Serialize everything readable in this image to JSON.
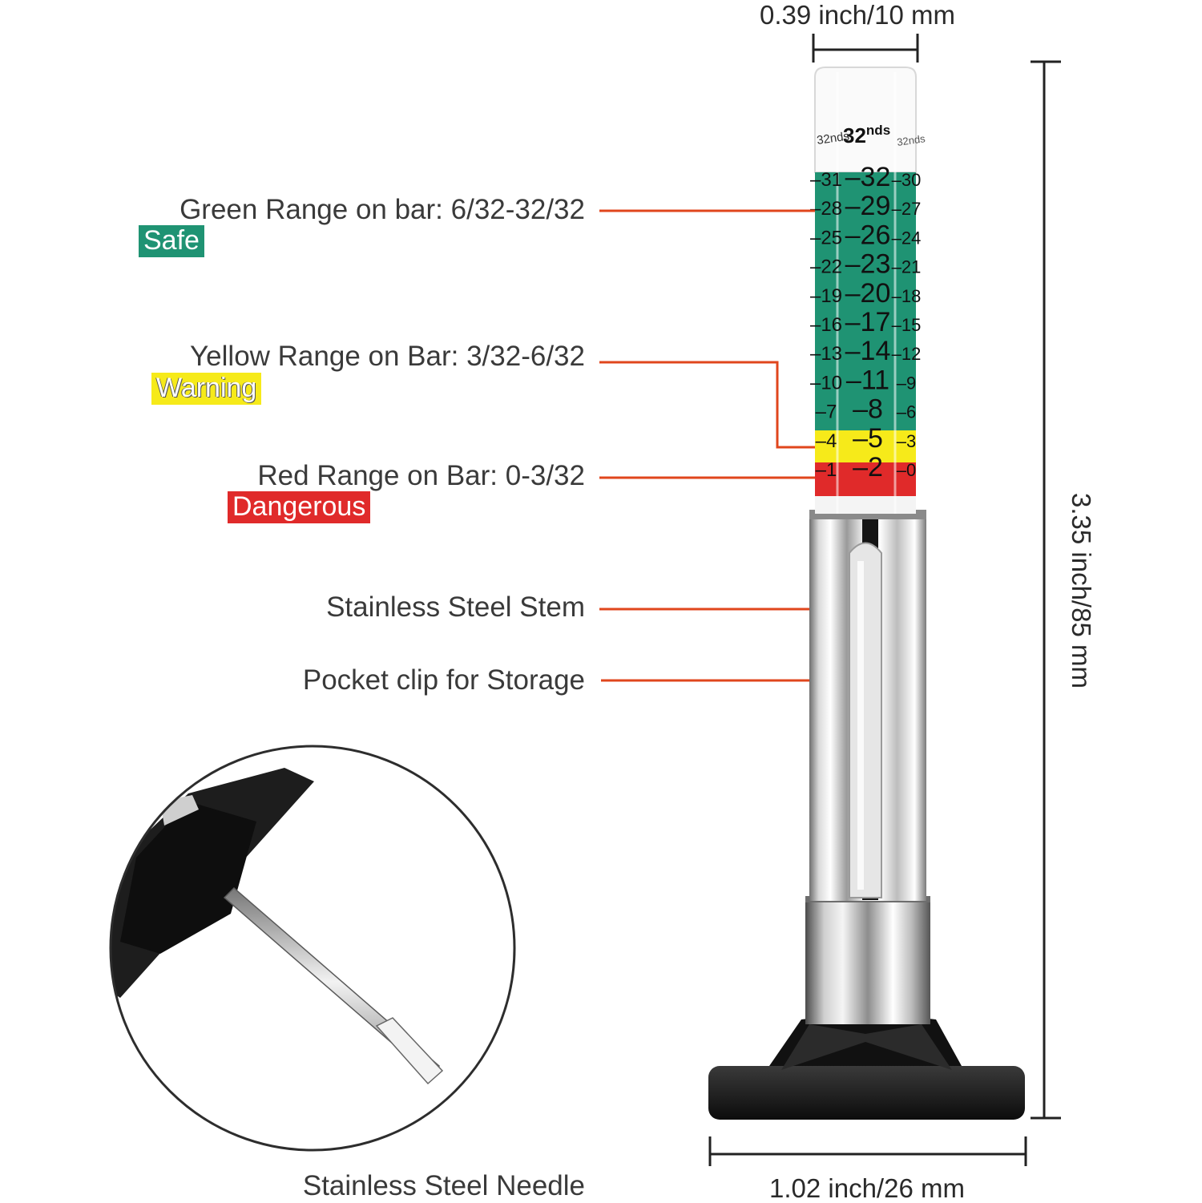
{
  "dimensions": {
    "width_label": "0.39 inch/10 mm",
    "height_label": "3.35 inch/85 mm",
    "base_label": "1.02 inch/26 mm"
  },
  "callouts": {
    "green": {
      "label": "Green Range on bar: 6/32-32/32",
      "badge": "Safe",
      "color": "#1f9373"
    },
    "yellow": {
      "label": "Yellow Range on Bar: 3/32-6/32",
      "badge": "Warning",
      "color": "#f6ea1a"
    },
    "red": {
      "label": "Red Range on Bar: 0-3/32",
      "badge": "Dangerous",
      "color": "#e02a2a"
    },
    "stem": {
      "label": "Stainless Steel Stem"
    },
    "clip": {
      "label": "Pocket clip for Storage"
    },
    "needle": {
      "label": "Stainless Steel Needle"
    }
  },
  "leader_color": "#e0461c",
  "gauge": {
    "unit_label": "32nds",
    "unit_base": "32",
    "unit_sup": "nds",
    "side_unit_label": "32nds",
    "center_scale": [
      "32",
      "29",
      "26",
      "23",
      "20",
      "17",
      "14",
      "11",
      "8",
      "5",
      "2"
    ],
    "left_scale": [
      "31",
      "28",
      "25",
      "22",
      "19",
      "16",
      "13",
      "10",
      "7",
      "4",
      "1"
    ],
    "right_scale": [
      "30",
      "27",
      "24",
      "21",
      "18",
      "15",
      "12",
      "9",
      "6",
      "3",
      "0"
    ]
  }
}
